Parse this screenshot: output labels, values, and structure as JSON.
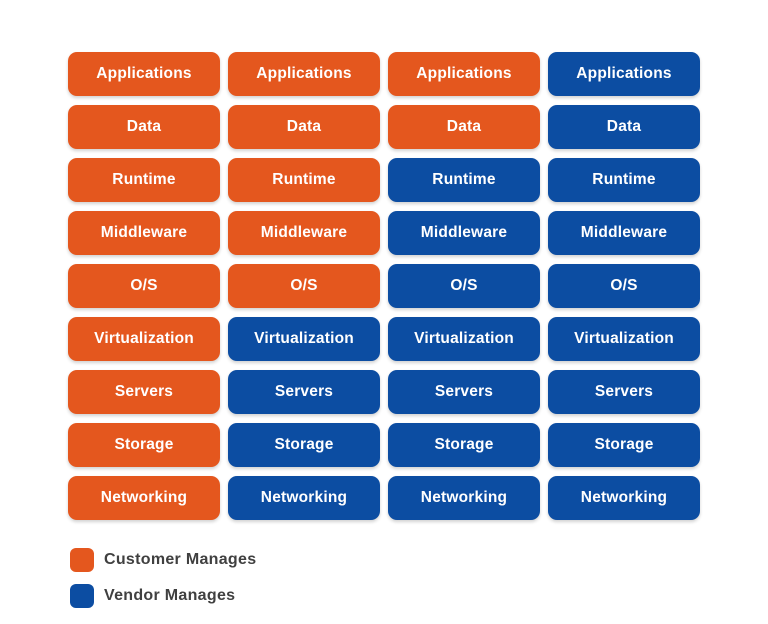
{
  "page": {
    "background": "#ffffff",
    "description": "Cloud service model shared-responsibility matrix"
  },
  "colors": {
    "customer": "#E4571E",
    "vendor": "#0C4DA2",
    "pill_text": "#ffffff",
    "legend_text": "#404040"
  },
  "grid": {
    "columns": 4,
    "rows": [
      {
        "label": "Applications",
        "cells": [
          "customer",
          "customer",
          "customer",
          "vendor"
        ]
      },
      {
        "label": "Data",
        "cells": [
          "customer",
          "customer",
          "customer",
          "vendor"
        ]
      },
      {
        "label": "Runtime",
        "cells": [
          "customer",
          "customer",
          "vendor",
          "vendor"
        ]
      },
      {
        "label": "Middleware",
        "cells": [
          "customer",
          "customer",
          "vendor",
          "vendor"
        ]
      },
      {
        "label": "O/S",
        "cells": [
          "customer",
          "customer",
          "vendor",
          "vendor"
        ]
      },
      {
        "label": "Virtualization",
        "cells": [
          "customer",
          "vendor",
          "vendor",
          "vendor"
        ]
      },
      {
        "label": "Servers",
        "cells": [
          "customer",
          "vendor",
          "vendor",
          "vendor"
        ]
      },
      {
        "label": "Storage",
        "cells": [
          "customer",
          "vendor",
          "vendor",
          "vendor"
        ]
      },
      {
        "label": "Networking",
        "cells": [
          "customer",
          "vendor",
          "vendor",
          "vendor"
        ]
      }
    ]
  },
  "legend": {
    "items": [
      {
        "label": "Customer Manages",
        "color_key": "customer"
      },
      {
        "label": "Vendor Manages",
        "color_key": "vendor"
      }
    ]
  }
}
